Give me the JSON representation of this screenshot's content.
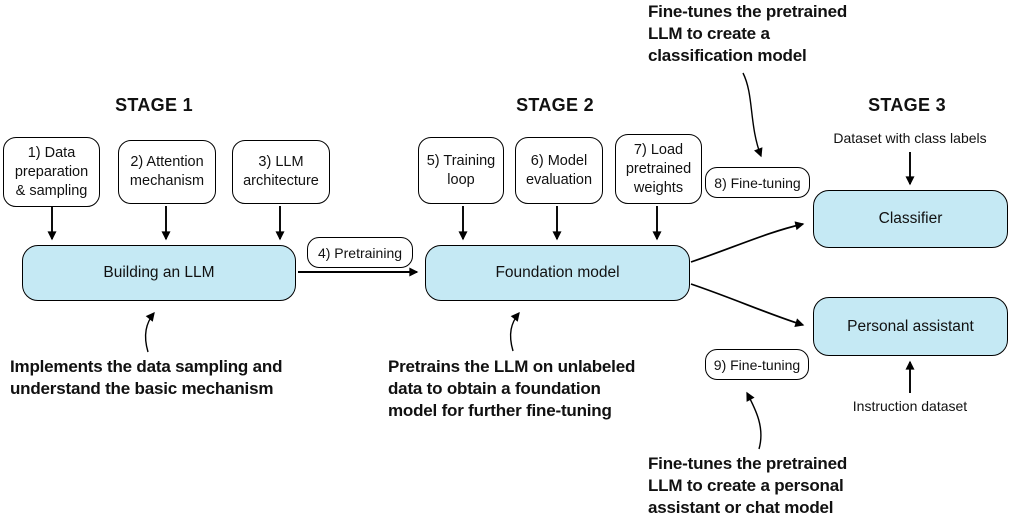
{
  "colors": {
    "box_fill": "#c5e9f4",
    "stroke": "#000000",
    "text": "#111111",
    "bg": "#ffffff"
  },
  "stages": {
    "s1": "STAGE 1",
    "s2": "STAGE 2",
    "s3": "STAGE 3"
  },
  "steps": {
    "data_prep": "1) Data preparation & sampling",
    "attention": "2) Attention mechanism",
    "architecture": "3) LLM architecture",
    "pretraining": "4) Pretraining",
    "training_loop": "5) Training loop",
    "model_eval": "6) Model evaluation",
    "load_weights": "7) Load pretrained weights",
    "finetune_classifier": "8) Fine-tuning",
    "finetune_assistant": "9) Fine-tuning"
  },
  "models": {
    "building_llm": "Building an LLM",
    "foundation": "Foundation model",
    "classifier": "Classifier",
    "personal_assistant": "Personal assistant"
  },
  "inputs": {
    "class_dataset": "Dataset with class labels",
    "instruction_dataset": "Instruction dataset"
  },
  "annotations": {
    "classification": [
      "Fine-tunes the pretrained",
      "LLM to create a",
      "classification model"
    ],
    "implements": [
      "Implements the data sampling and",
      "understand the basic mechanism"
    ],
    "pretrains": [
      "Pretrains the LLM on unlabeled",
      "data to obtain a foundation",
      "model for further fine-tuning"
    ],
    "assistant": [
      "Fine-tunes the pretrained",
      "LLM to create a personal",
      "assistant or chat model"
    ]
  }
}
